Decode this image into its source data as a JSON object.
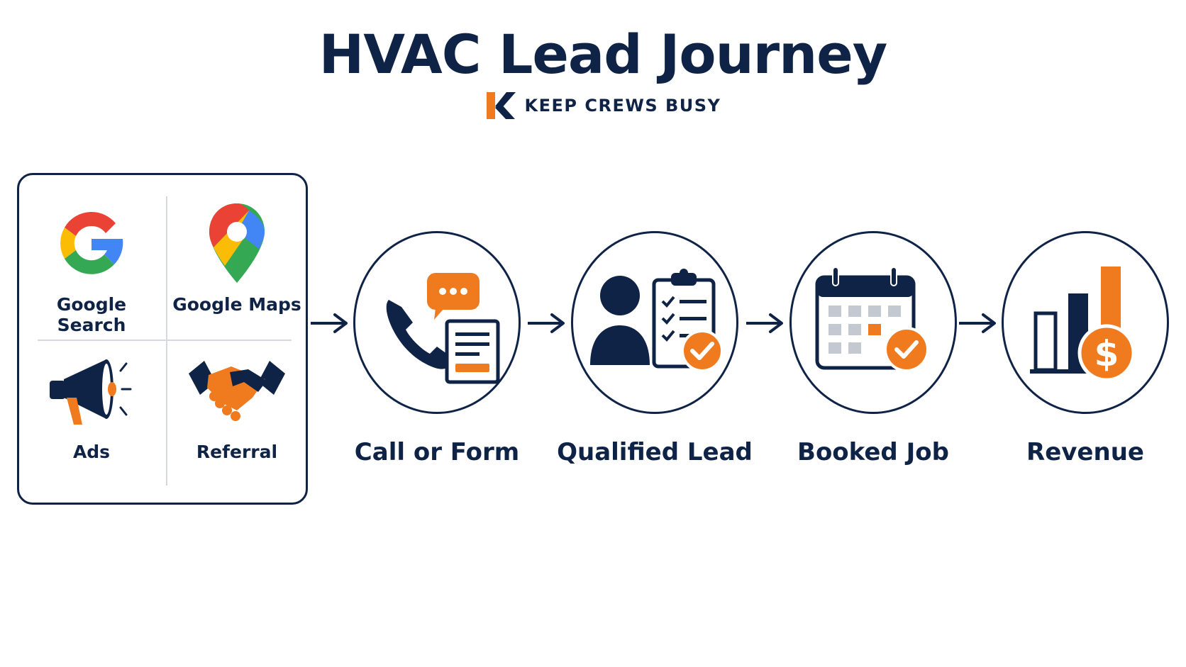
{
  "title": "HVAC Lead Journey",
  "brand": {
    "name": "KEEP CREWS BUSY",
    "logo_icon": "k-logo-icon"
  },
  "colors": {
    "navy": "#0f2347",
    "orange": "#f07a1e"
  },
  "sources": [
    {
      "label": "Google Search",
      "icon": "google-g-icon"
    },
    {
      "label": "Google Maps",
      "icon": "map-pin-icon"
    },
    {
      "label": "Ads",
      "icon": "megaphone-icon"
    },
    {
      "label": "Referral",
      "icon": "handshake-icon"
    }
  ],
  "steps": [
    {
      "label": "Call or Form",
      "icon": "phone-chat-form-icon"
    },
    {
      "label": "Qualified Lead",
      "icon": "person-checklist-icon"
    },
    {
      "label": "Booked Job",
      "icon": "calendar-check-icon"
    },
    {
      "label": "Revenue",
      "icon": "bar-chart-dollar-icon"
    }
  ]
}
